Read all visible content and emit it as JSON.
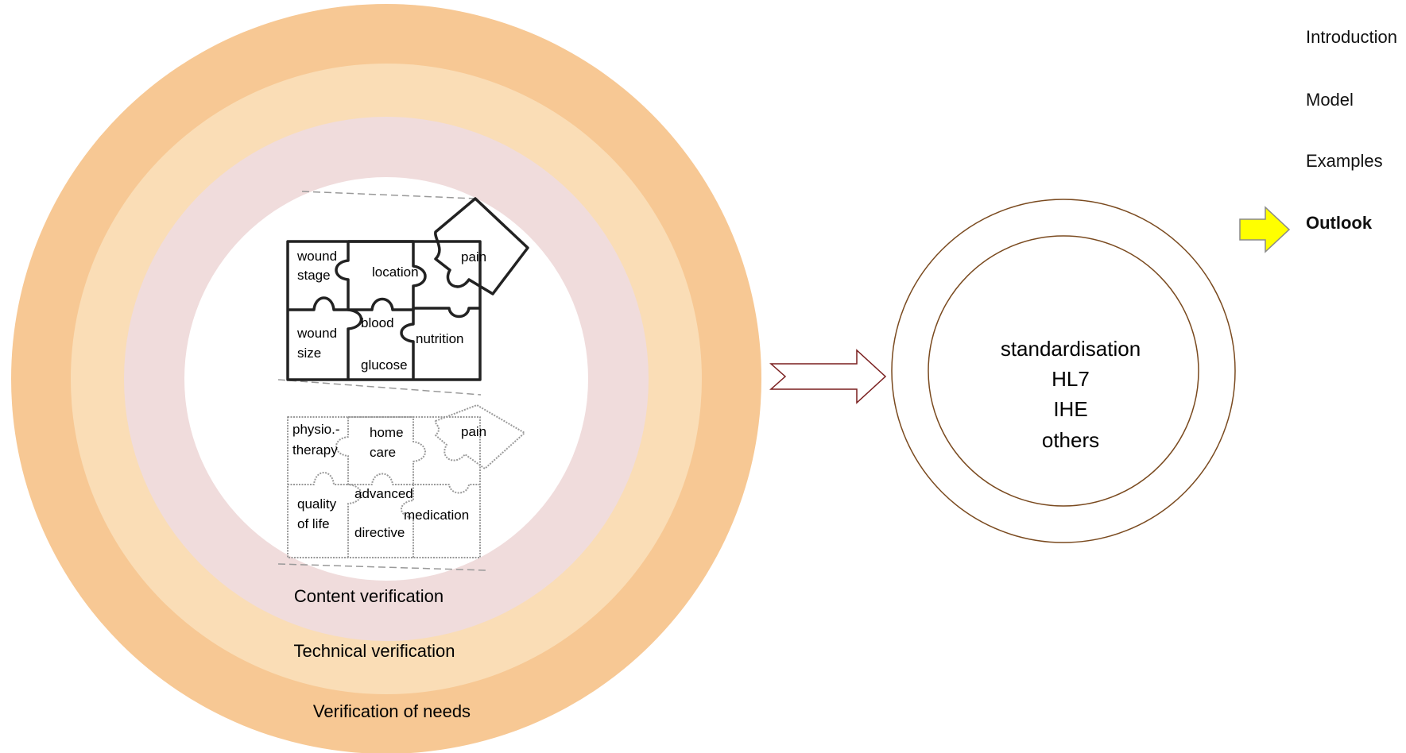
{
  "colors": {
    "outer_ring": "#F7C894",
    "middle_ring": "#FADDB6",
    "inner_ring": "#F0DCDC",
    "core": "#FFFFFF",
    "arrow_outline": "#7A1F1F",
    "circle_outline": "#7A4A1F",
    "nav_arrow_fill": "#FFFF00",
    "nav_arrow_stroke": "#8A8A8A"
  },
  "rings": {
    "content": "Content verification",
    "technical": "Technical verification",
    "needs": "Verification of needs"
  },
  "puzzle_top": {
    "wound_stage": [
      "wound",
      "stage"
    ],
    "location": "location",
    "pain": "pain",
    "wound_size": [
      "wound",
      "size"
    ],
    "blood_glucose": [
      "blood",
      "glucose"
    ],
    "nutrition": "nutrition"
  },
  "puzzle_bottom": {
    "physiotherapy": [
      "physio.-",
      "therapy"
    ],
    "home_care": [
      "home",
      "care"
    ],
    "pain": "pain",
    "quality_of_life": [
      "quality",
      "of life"
    ],
    "advanced_directive": [
      "advanced",
      "directive"
    ],
    "medication": "medication"
  },
  "standards": [
    "standardisation",
    "HL7",
    "IHE",
    "others"
  ],
  "nav": {
    "items": [
      "Introduction",
      "Model",
      "Examples",
      "Outlook"
    ],
    "active_index": 3,
    "pointer_icon": "right-arrow-icon"
  }
}
